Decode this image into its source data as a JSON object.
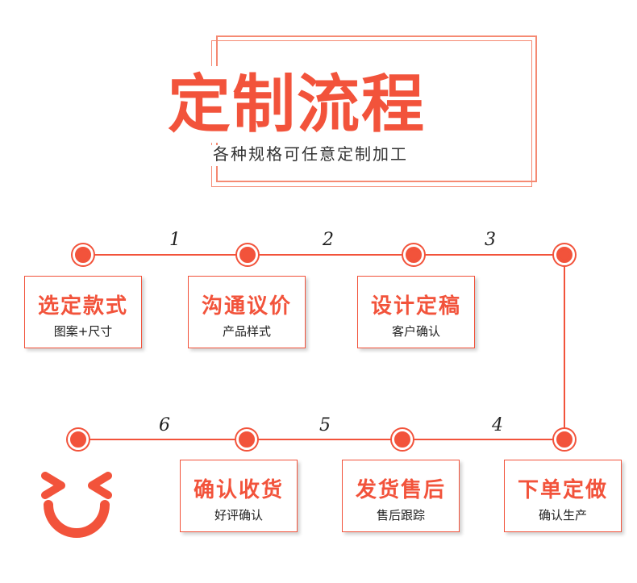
{
  "header": {
    "title": "定制流程",
    "subtitle": "各种规格可任意定制加工"
  },
  "steps": [
    {
      "num": "1",
      "title": "选定款式",
      "sub": "图案+尺寸"
    },
    {
      "num": "2",
      "title": "沟通议价",
      "sub": "产品样式"
    },
    {
      "num": "3",
      "title": "设计定稿",
      "sub": "客户确认"
    },
    {
      "num": "4",
      "title": "下单定做",
      "sub": "确认生产"
    },
    {
      "num": "5",
      "title": "发货售后",
      "sub": "售后跟踪"
    },
    {
      "num": "6",
      "title": "确认收货",
      "sub": "好评确认"
    }
  ],
  "colors": {
    "accent": "#f2533b",
    "frame": "#f58a73",
    "text": "#222222"
  },
  "icons": {
    "smiley": "smiley-face-icon"
  }
}
